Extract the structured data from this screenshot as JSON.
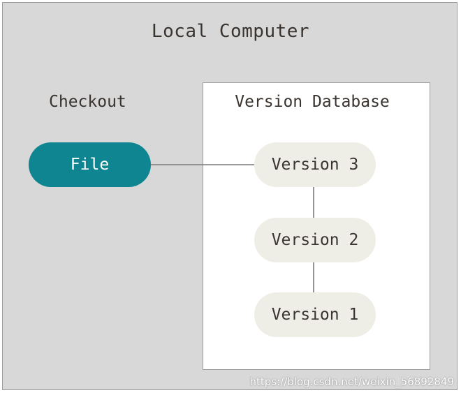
{
  "diagram": {
    "title": "Local Computer",
    "checkout_label": "Checkout",
    "file_node": {
      "label": "File",
      "color": "#0e8591"
    },
    "database": {
      "label": "Version Database",
      "versions": [
        "Version 3",
        "Version 2",
        "Version 1"
      ],
      "version_fill": "#efeee6"
    },
    "watermark": "https://blog.csdn.net/weixin_56892849"
  }
}
